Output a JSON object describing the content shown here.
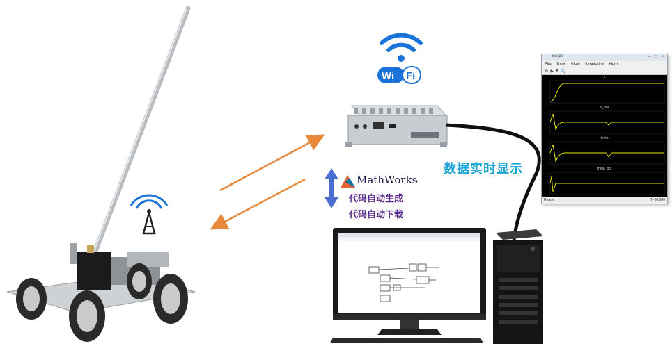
{
  "labels": {
    "mathworks": "MathWorks",
    "codegen": "代码自动生成",
    "download": "代码自动下载",
    "realtime": "数据实时显示",
    "wifi_text": "Wi Fi"
  },
  "scope": {
    "title": "Scope",
    "menu": [
      "File",
      "Tools",
      "View",
      "Simulation",
      "Help"
    ],
    "plot_titles": [
      "x",
      "x_dot",
      "theta",
      "theta_dot"
    ],
    "status_left": "Ready",
    "status_right": "T=30.000"
  },
  "colors": {
    "arrow": "#e8883a",
    "updown_arrow": "#4a6fd1",
    "wifi": "#1a73d9",
    "realtime_text": "#1aa3d6",
    "purple_text": "#5a2a8a",
    "trace": "#e6e600"
  }
}
